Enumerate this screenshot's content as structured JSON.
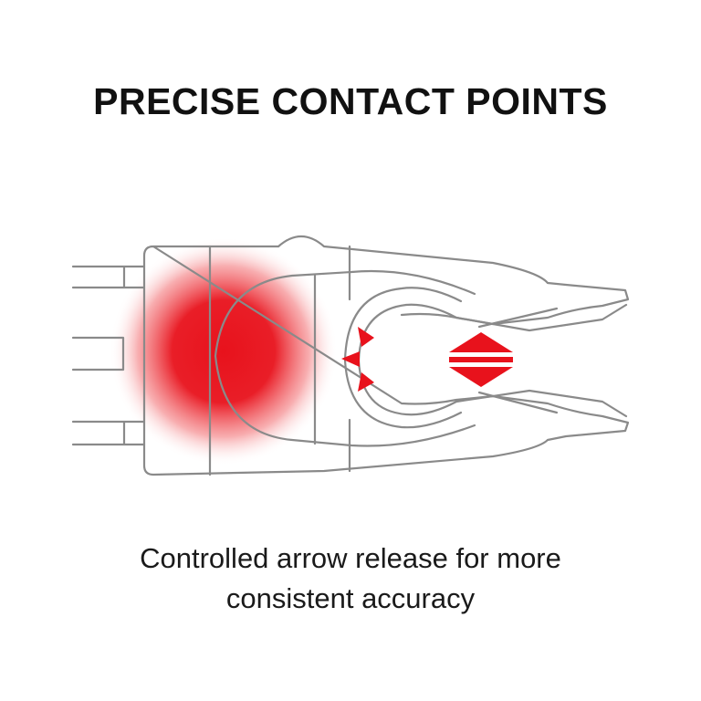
{
  "title": "PRECISE CONTACT POINTS",
  "caption": {
    "line1": "Controlled arrow release for more",
    "line2": "consistent accuracy"
  },
  "colors": {
    "outline": "#8a8a8a",
    "glow": "#e8121c",
    "arrows": "#e8121c",
    "text": "#111111"
  },
  "icons": [
    "contact-arrow-icon",
    "double-arrow-icon"
  ]
}
